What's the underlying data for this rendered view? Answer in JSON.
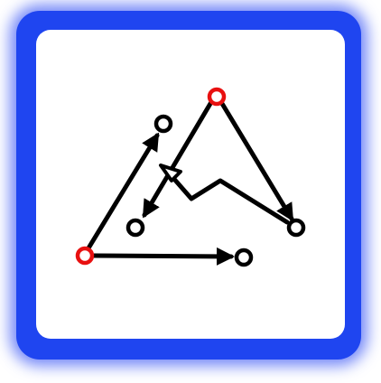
{
  "colors": {
    "frame": "#1f45f0",
    "card": "#ffffff",
    "stroke": "#000000",
    "highlight_node": "#e81010",
    "plain_node": "#000000"
  },
  "icon": {
    "name": "graph-diagram-icon",
    "nodes": [
      {
        "id": "n1",
        "role": "highlighted"
      },
      {
        "id": "n2",
        "role": "highlighted"
      },
      {
        "id": "n3",
        "role": "plain"
      },
      {
        "id": "n4",
        "role": "plain"
      },
      {
        "id": "n5",
        "role": "plain"
      },
      {
        "id": "n6",
        "role": "plain"
      }
    ],
    "edges": [
      {
        "from": "n1",
        "to": "n3",
        "style": "arrow"
      },
      {
        "from": "n1",
        "to": "n6",
        "style": "arrow"
      },
      {
        "from": "n2",
        "to": "n4",
        "style": "arrow"
      },
      {
        "from": "n2",
        "to": "n5",
        "style": "arrow"
      },
      {
        "from": "n5",
        "to": "n4",
        "style": "zigzag-arrow"
      }
    ]
  }
}
